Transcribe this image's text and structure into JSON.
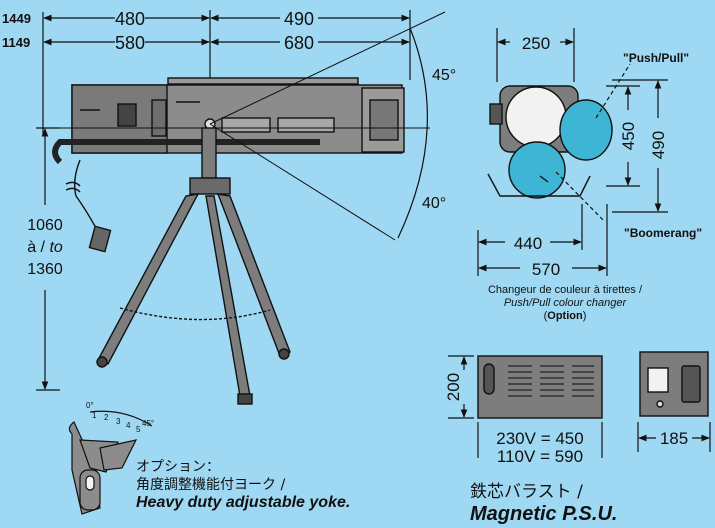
{
  "dims": {
    "row1_label": "1449",
    "row1_a": "480",
    "row1_b": "490",
    "row2_label": "1149",
    "row2_a": "580",
    "row2_b": "680",
    "height_min": "1060",
    "height_sep": "à / to",
    "height_sep_fr": "à /",
    "height_sep_en": "to",
    "height_max": "1360",
    "tilt_up": "45°",
    "tilt_down": "40°"
  },
  "color_changer": {
    "width_top": "250",
    "push_pull": "\"Push/Pull\"",
    "boomerang": "\"Boomerang\"",
    "h_inner": "450",
    "h_outer": "490",
    "w_inner": "440",
    "w_outer": "570",
    "caption_fr": "Changeur de couleur à tirettes /",
    "caption_en": "Push/Pull colour changer",
    "caption_option_open": "(",
    "caption_option": "Option",
    "caption_option_close": ")"
  },
  "psu": {
    "height": "200",
    "weight_230": "230V = 450",
    "weight_110": "110V = 590",
    "depth": "185",
    "title_jp": "鉄芯バラスト /",
    "title_en": "Magnetic P.S.U."
  },
  "yoke": {
    "scale_labels": [
      "0°",
      "1",
      "2",
      "3",
      "4",
      "5",
      "45°"
    ],
    "title_jp1": "オプション：",
    "title_jp2": "角度調整機能付ヨーク /",
    "title_en": "Heavy duty adjustable yoke."
  }
}
